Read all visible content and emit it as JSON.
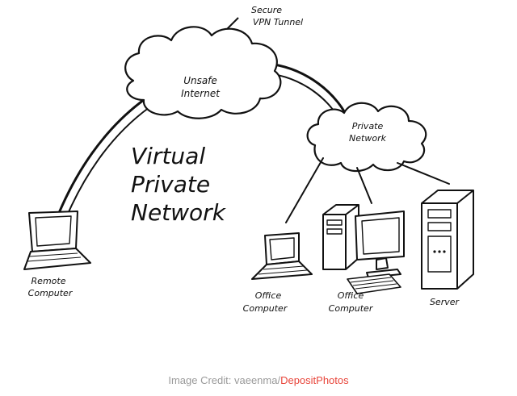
{
  "diagram": {
    "title": [
      "Virtual",
      "Private",
      "Network"
    ],
    "tunnel_label": [
      "Secure",
      "VPN Tunnel"
    ],
    "clouds": {
      "internet": [
        "Unsafe",
        "Internet"
      ],
      "private": [
        "Private",
        "Network"
      ]
    },
    "devices": {
      "remote": [
        "Remote",
        "Computer"
      ],
      "office_laptop": [
        "Office",
        "Computer"
      ],
      "office_desktop": [
        "Office",
        "Computer"
      ],
      "server": [
        "Server"
      ]
    }
  },
  "credit": {
    "prefix": "Image Credit: vaeenma/",
    "link": "DepositPhotos",
    "link_color": "#e8463b",
    "text_color": "#9a9a9a"
  }
}
